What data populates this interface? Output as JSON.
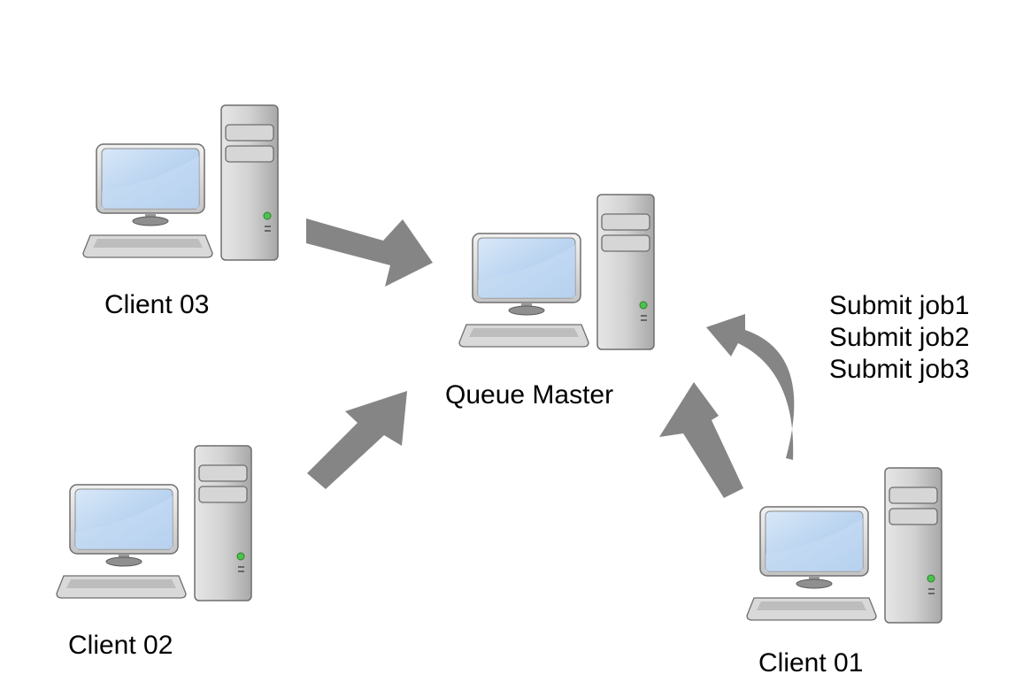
{
  "nodes": {
    "queue_master": {
      "label": "Queue Master"
    },
    "client_03": {
      "label": "Client 03"
    },
    "client_02": {
      "label": "Client 02"
    },
    "client_01": {
      "label": "Client 01"
    }
  },
  "jobs": [
    "Submit job1",
    "Submit job2",
    "Submit job3"
  ],
  "colors": {
    "arrow": "#858585",
    "screen": "#bcd7f2",
    "tower": "#c8c8c8",
    "led": "#4cc34c"
  },
  "icons": [
    "desktop-computer-icon"
  ]
}
